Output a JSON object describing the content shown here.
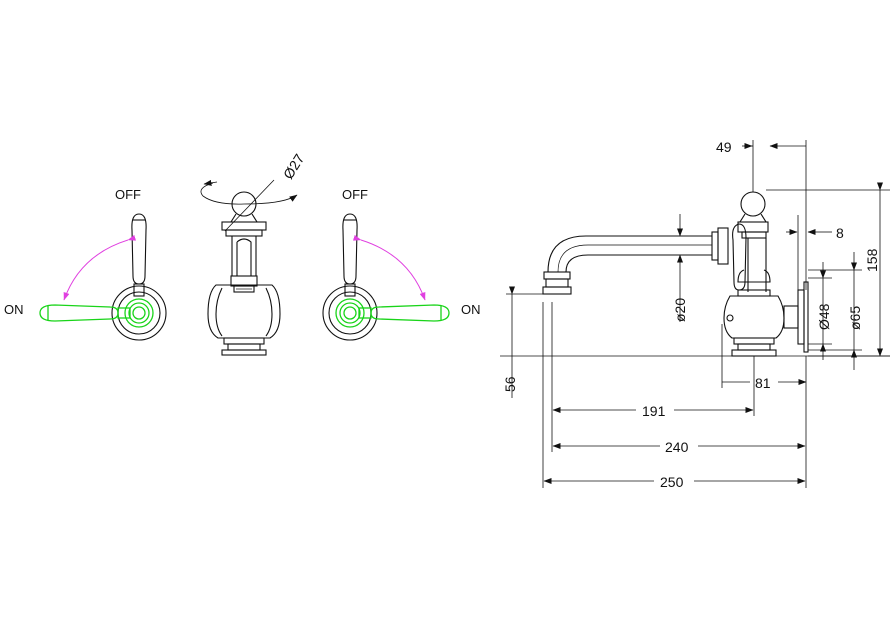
{
  "colors": {
    "line": "#111111",
    "on_state": "#19d419",
    "rotation_arc": "#e040e0",
    "background": "#ffffff"
  },
  "labels": {
    "left_off": "OFF",
    "left_on": "ON",
    "right_off": "OFF",
    "right_on": "ON",
    "front_diameter": "Ø27"
  },
  "dimensions": {
    "d49": "49",
    "d8": "8",
    "d158": "158",
    "d20": "ø20",
    "d48": "Ø48",
    "d65": "ø65",
    "d56": "56",
    "d81": "81",
    "d191": "191",
    "d240": "240",
    "d250": "250"
  }
}
